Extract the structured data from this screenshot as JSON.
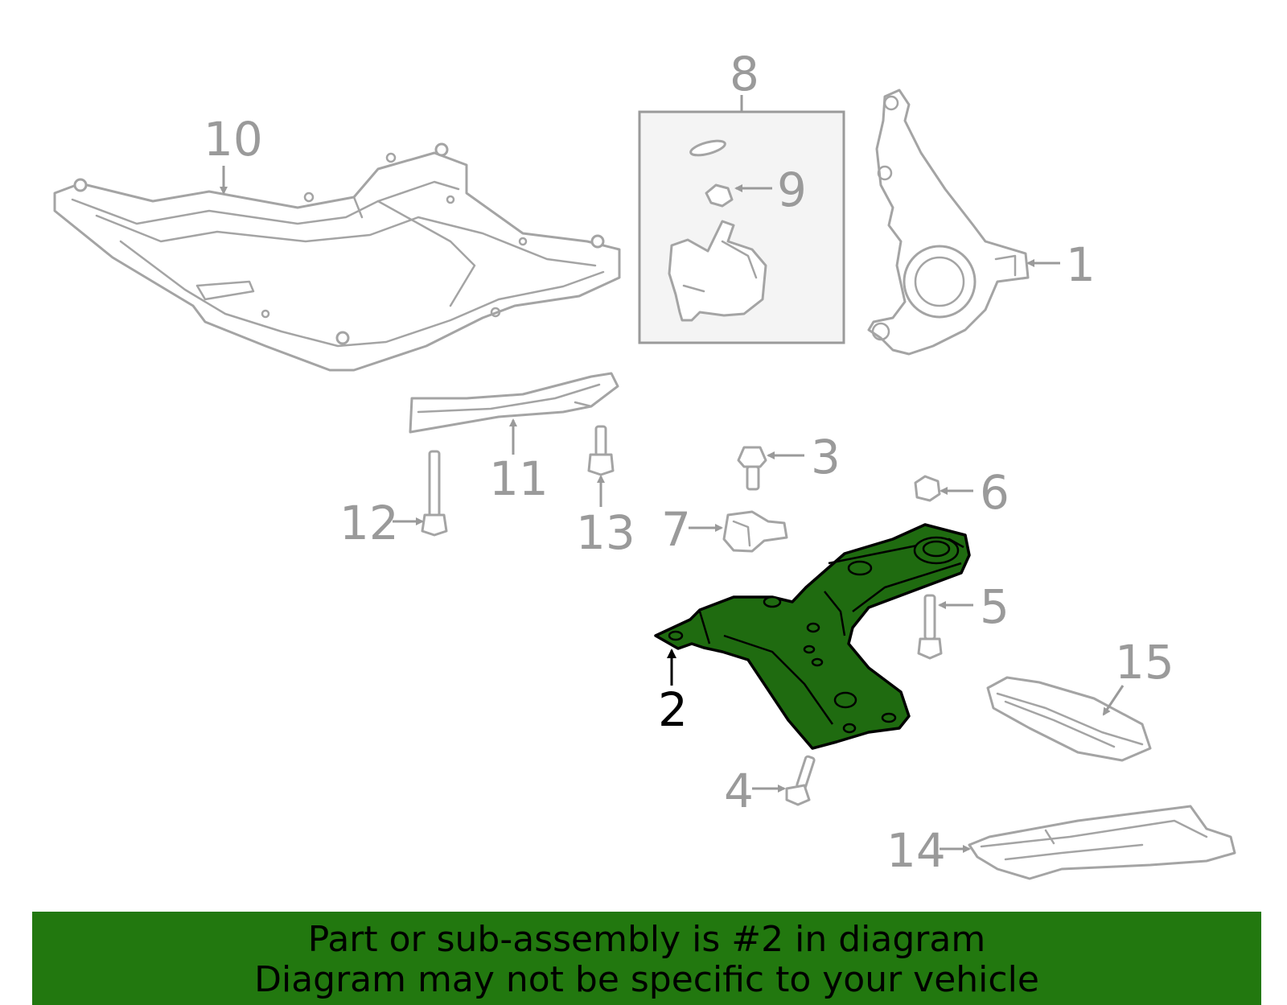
{
  "diagram": {
    "highlight_color": "#22780f",
    "highlighted_part": "2",
    "callouts": {
      "p1": "1",
      "p2": "2",
      "p3": "3",
      "p4": "4",
      "p5": "5",
      "p6": "6",
      "p7": "7",
      "p8": "8",
      "p9": "9",
      "p10": "10",
      "p11": "11",
      "p12": "12",
      "p13": "13",
      "p14": "14",
      "p15": "15"
    }
  },
  "banner": {
    "line1": "Part or sub-assembly is #2 in diagram",
    "line2": "Diagram may not be specific to your vehicle"
  }
}
